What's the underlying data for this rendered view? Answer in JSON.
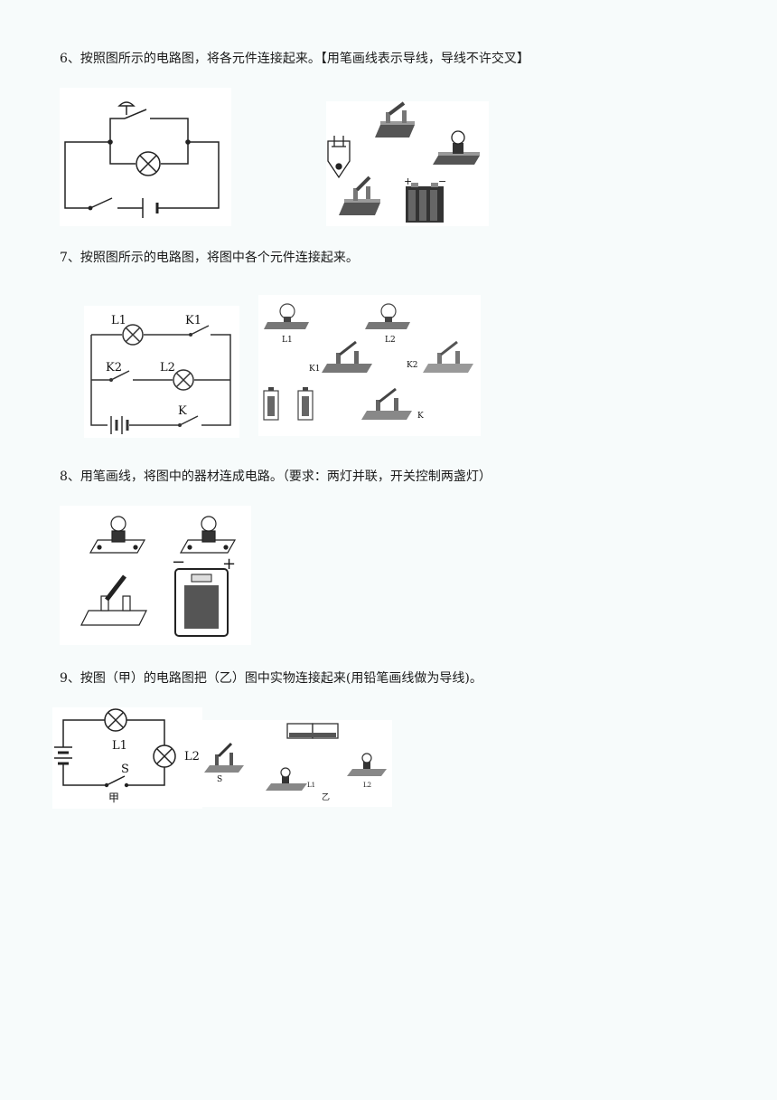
{
  "questions": [
    {
      "number": "6",
      "text": "6、按照图所示的电路图，将各元件连接起来。【用笔画线表示导线，导线不许交叉】",
      "labels": {
        "battery_plus": "+",
        "battery_minus": "−"
      }
    },
    {
      "number": "7",
      "text": "7、按照图所示的电路图，将图中各个元件连接起来。",
      "labels": {
        "L1": "L1",
        "L2": "L2",
        "K1": "K1",
        "K2": "K2",
        "K": "K",
        "photo_L1": "L1",
        "photo_L2": "L2",
        "photo_K1": "K1",
        "photo_K2": "K2",
        "photo_K": "K"
      }
    },
    {
      "number": "8",
      "text": "8、用笔画线，将图中的器材连成电路。（要求：两灯并联，开关控制两盏灯）",
      "labels": {
        "battery_minus": "−",
        "battery_plus": "+"
      }
    },
    {
      "number": "9",
      "text": "9、按图（甲）的电路图把（乙）图中实物连接起来(用铅笔画线做为导线)。",
      "labels": {
        "L1": "L1",
        "L2": "L2",
        "S": "S",
        "jia": "甲",
        "photo_S": "S",
        "photo_L1": "L1",
        "photo_L2": "L2",
        "yi": "乙"
      }
    }
  ]
}
